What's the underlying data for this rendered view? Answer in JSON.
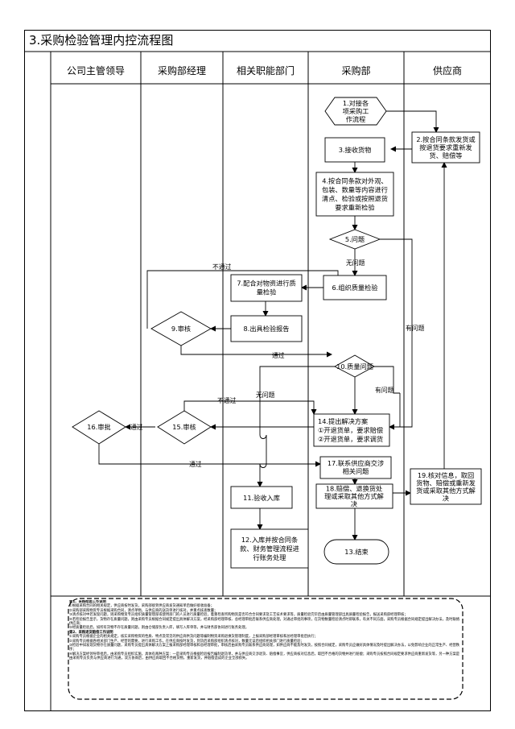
{
  "title": "3.采购检验管理内控流程图",
  "columns": [
    "公司主管领导",
    "采购部经理",
    "相关职能部门",
    "采购部",
    "供应商"
  ],
  "nodes": {
    "n1": [
      "1.对接各",
      "项采购工",
      "作流程"
    ],
    "n2": [
      "2.按合同条款发货或",
      "按退货要求重新发",
      "货、赔偿等"
    ],
    "n3": [
      "3.接收货物"
    ],
    "n4": [
      "4.按合同条款对外观、",
      "包装、数量等内容进行",
      "清点、检验或按照退货",
      "要求重新检验"
    ],
    "n5": [
      "5.问题"
    ],
    "n6": [
      "6.组织质量检验"
    ],
    "n7": [
      "7.配合对物资进行质",
      "量检验"
    ],
    "n8": [
      "8.出具检验报告"
    ],
    "n9": [
      "9.审核"
    ],
    "n10": [
      "10.质量问题"
    ],
    "n11": [
      "11.验收入库"
    ],
    "n12": [
      "12.入库并按合同条",
      "款、财务管理流程进",
      "行账务处理"
    ],
    "n13": [
      "13.结束"
    ],
    "n14": [
      "14.提出解决方案",
      "①开退货单，要求赔偿",
      "②开退货单，要求调货"
    ],
    "n15": [
      "15.审核"
    ],
    "n16": [
      "16.审批"
    ],
    "n17": [
      "17.联系供应商交涉",
      "相关问题"
    ],
    "n18": [
      "18.赔偿、退换货处",
      "理或采取其他方式解",
      "决"
    ],
    "n19": [
      "19.核对信息，取回",
      "货物、赔偿或重新发",
      "货或采取其他方式解",
      "决"
    ]
  },
  "edge_labels": {
    "no_problem_5": "无问题",
    "has_problem_5": "有问题",
    "fail_9": "不通过",
    "pass_9": "通过",
    "no_problem_10": "无问题",
    "has_problem_10": "有问题",
    "fail_15": "不通过",
    "pass_15": "通过",
    "pass_16": "通过"
  },
  "notes": {
    "h1": "第1、采购检验工作说明",
    "l1": "①根据采购合同的相关规定，供应商按时发货，采购部接到供应商发货通知单后做好接收准备；",
    "l2": "②采购部采购物资专员根据采购合同，清点单物，与供应商的送货单进行核对，并重点核查数量；",
    "l3": "③清点核对中若发现问题，则采购物资专员组织质量管理部或使用部门的人员进行质量检验，着重检查所购物资是否符合合同要求及工艺技术要求等，质量检验完毕后由质量管理部出具质量检验报告，报送采购部经理审核；",
    "l4": "④若检验报告显示，货物存在质量问题，则由采购专员根据合同规定提出具体解决方案，经采购部经理审核、总经理审批后联系供应商处理，对通过审批的事项，在货物数量检验清点时即联系，有关不同方面，采购专员根据合同规定提出解决办法，及时联络供应商；",
    "l5": "⑤经质量检验后，如所有货物不存在质量问题，则由仓储部负责入库，填写入库单等，并与财务部协同进行账务处理。",
    "h2": "第2、采购退货赔偿工作说明",
    "l6": "①采购专员根据企业的相关规定，核实采购物资的性质、特点及常见的供应商供货问题等编制物资采购退换货管理制度，上报采购部经理审核和总经理审批后执行；",
    "l7": "②采购专员根据各相关部门生产、经营的需要，进行采购工作，在供应商按时发货，到货后采购部组织清点核对，数量无误后组织相关部门进行质量检验；",
    "l8": "③检验中如发现货物存在质量问题，采购专员提出具体解决方案上报采购部经理审核和总经理审批，审核后由采购专员联系供应商处理，如供应商不能及时发货，按照合同规定，采购专员应做好具体情况及时提出解决办法，以免影响企业的正常生产、经营秩序；",
    "l9": "④解决方案经领导审批后，由采购专员组织实施，具体有两种方案：一是采购专员根据检验报告编制退货单，并与供应商交涉退货、赔偿事宜，供应商核对信息后，取回不合格的货物并进行赔偿；采购专员按照合同规定要求供应商重新发货等，另一种方案是由采购专员负责与供应商进行沟通，双方协商后，由供应商取回不合格货物，重新发货，并赔偿造成的企业全部损失。"
  }
}
